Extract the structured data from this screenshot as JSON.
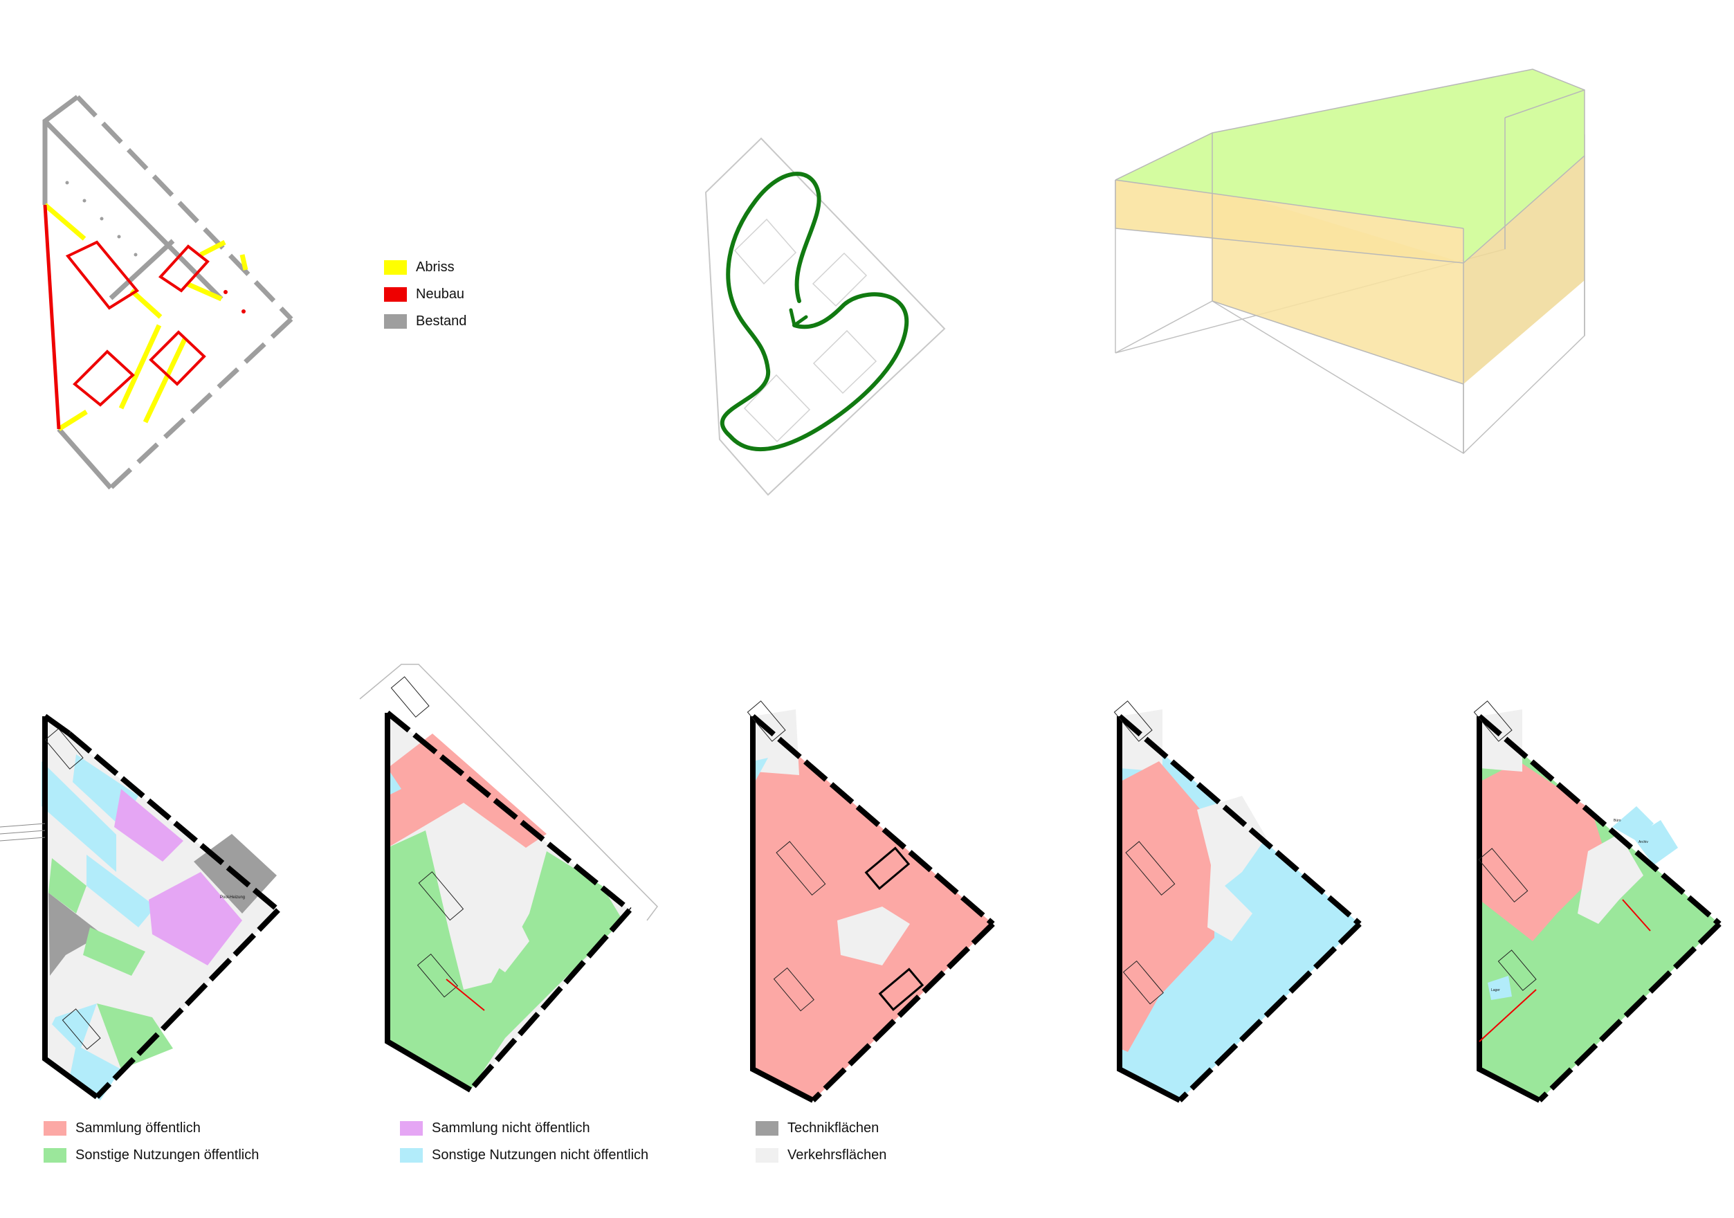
{
  "colors": {
    "abriss": "#ffff00",
    "neubau": "#ee0000",
    "bestand": "#9e9e9e",
    "sammlung_oeffentlich": "#fca8a5",
    "sonstige_oeffentlich": "#9be79b",
    "sammlung_nicht_oeffentlich": "#e5a6f4",
    "sonstige_nicht_oeffentlich": "#b2ecfa",
    "technik": "#9e9e9e",
    "verkehr": "#f0f0f0",
    "path": "#117a11",
    "volume_top": "#d4fca0",
    "volume_side": "#f9e3a0"
  },
  "top_legend": [
    {
      "label": "Abriss",
      "color_key": "abriss"
    },
    {
      "label": "Neubau",
      "color_key": "neubau"
    },
    {
      "label": "Bestand",
      "color_key": "bestand"
    }
  ],
  "bottom_legend": [
    {
      "label": "Sammlung öffentlich",
      "color_key": "sammlung_oeffentlich"
    },
    {
      "label": "Sonstige Nutzungen öffentlich",
      "color_key": "sonstige_oeffentlich"
    },
    {
      "label": "Sammlung nicht öffentlich",
      "color_key": "sammlung_nicht_oeffentlich"
    },
    {
      "label": "Sonstige Nutzungen nicht öffentlich",
      "color_key": "sonstige_nicht_oeffentlich"
    },
    {
      "label": "Technikflächen",
      "color_key": "technik"
    },
    {
      "label": "Verkehrsflächen",
      "color_key": "verkehr"
    }
  ],
  "plan_labels": {
    "ground_tech_room": "Pool-Heizung",
    "upper_room_1": "Büro",
    "upper_room_2": "Archiv",
    "upper_room_3": "Lager"
  }
}
